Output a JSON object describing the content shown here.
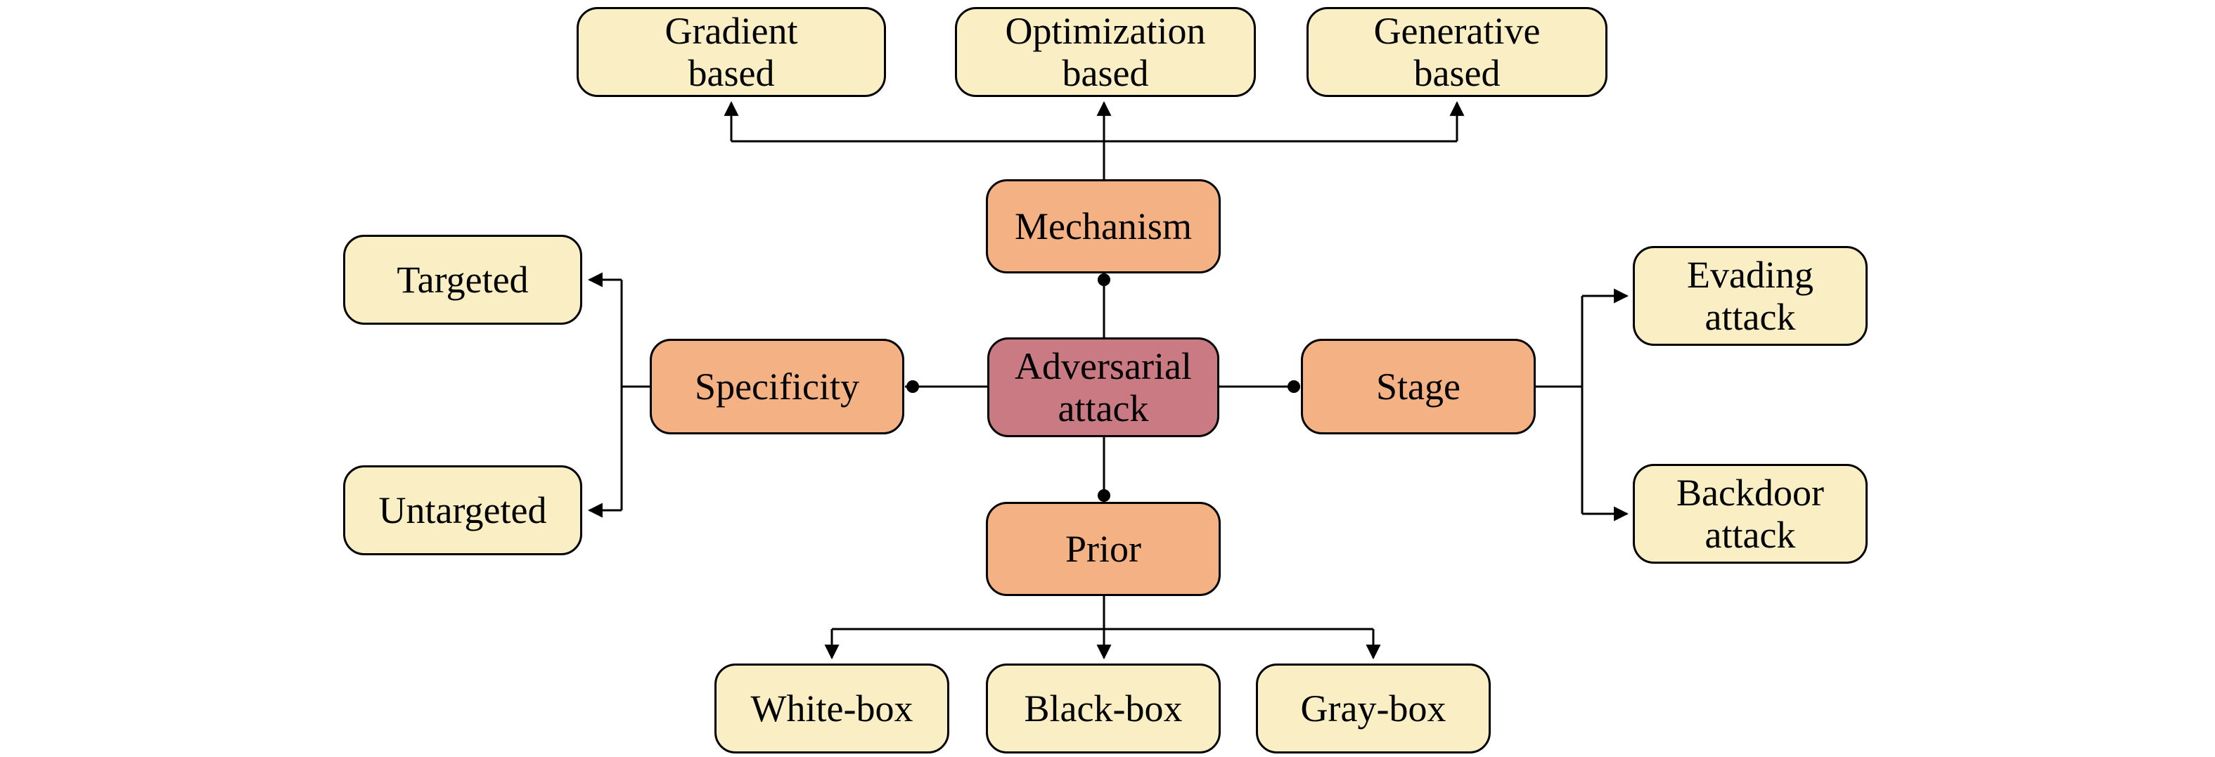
{
  "diagram": {
    "colors": {
      "leaf_fill": "#FAEEC5",
      "category_fill": "#F4B183",
      "center_fill": "#CA7A82",
      "stroke": "#000000",
      "background": "#FFFFFF"
    },
    "nodes": {
      "center": {
        "label": "Adversarial\nattack"
      },
      "mechanism": {
        "label": "Mechanism"
      },
      "specificity": {
        "label": "Specificity"
      },
      "stage": {
        "label": "Stage"
      },
      "prior": {
        "label": "Prior"
      },
      "gradient": {
        "label": "Gradient\nbased"
      },
      "optimization": {
        "label": "Optimization\nbased"
      },
      "generative": {
        "label": "Generative\nbased"
      },
      "targeted": {
        "label": "Targeted"
      },
      "untargeted": {
        "label": "Untargeted"
      },
      "evading": {
        "label": "Evading\nattack"
      },
      "backdoor": {
        "label": "Backdoor\nattack"
      },
      "white_box": {
        "label": "White-box"
      },
      "black_box": {
        "label": "Black-box"
      },
      "gray_box": {
        "label": "Gray-box"
      }
    },
    "structure": {
      "root": "Adversarial attack",
      "branches": [
        {
          "category": "Mechanism",
          "children": [
            "Gradient based",
            "Optimization based",
            "Generative based"
          ]
        },
        {
          "category": "Specificity",
          "children": [
            "Targeted",
            "Untargeted"
          ]
        },
        {
          "category": "Stage",
          "children": [
            "Evading attack",
            "Backdoor attack"
          ]
        },
        {
          "category": "Prior",
          "children": [
            "White-box",
            "Black-box",
            "Gray-box"
          ]
        }
      ]
    }
  }
}
